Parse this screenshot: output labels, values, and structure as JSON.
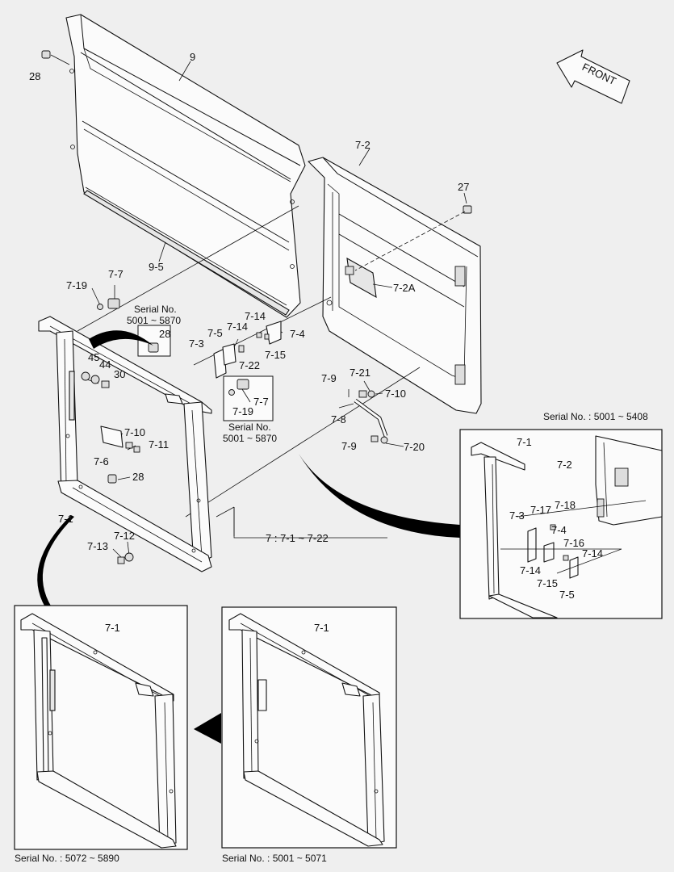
{
  "front_label": "FRONT",
  "callouts": {
    "c_9": "9",
    "c_28a": "28",
    "c_7_2": "7-2",
    "c_27": "27",
    "c_9_5": "9-5",
    "c_7_2A": "7-2A",
    "c_7_7a": "7-7",
    "c_7_19a": "7-19",
    "c_serial_a1": "Serial No.",
    "c_serial_a2": "5001 ~ 5870",
    "c_28b": "28",
    "c_7_14a": "7-14",
    "c_7_5a": "7-5",
    "c_7_14b": "7-14",
    "c_7_4a": "7-4",
    "c_7_3a": "7-3",
    "c_7_15a": "7-15",
    "c_7_22a": "7-22",
    "c_45": "45",
    "c_44": "44",
    "c_30": "30",
    "c_7_21": "7-21",
    "c_7_9a": "7-9",
    "c_7_10b": "7-10",
    "c_7_8": "7-8",
    "c_7_19b": "7-19",
    "c_7_7b": "7-7",
    "c_serial_b1": "Serial No.",
    "c_serial_b2": "5001 ~ 5870",
    "c_7_10a": "7-10",
    "c_7_11": "7-11",
    "c_7_6": "7-6",
    "c_7_9b": "7-9",
    "c_7_20": "7-20",
    "c_28c": "28",
    "c_7_1a": "7-1",
    "c_7_12": "7-12",
    "c_7_13": "7-13",
    "c_range": "7 : 7-1 ~ 7-22",
    "c_serial_c": "Serial No. : 5001 ~ 5408",
    "c_det_7_1": "7-1",
    "c_det_7_2": "7-2",
    "c_det_7_3": "7-3",
    "c_det_7_17": "7-17",
    "c_det_7_18": "7-18",
    "c_det_7_4": "7-4",
    "c_det_7_16": "7-16",
    "c_det_7_14a": "7-14",
    "c_det_7_14b": "7-14",
    "c_det_7_15": "7-15",
    "c_det_7_5": "7-5",
    "c_bl_7_1": "7-1",
    "c_br_7_1": "7-1",
    "c_serial_bl": "Serial No. : 5072 ~ 5890",
    "c_serial_br": "Serial No. : 5001 ~ 5071"
  }
}
